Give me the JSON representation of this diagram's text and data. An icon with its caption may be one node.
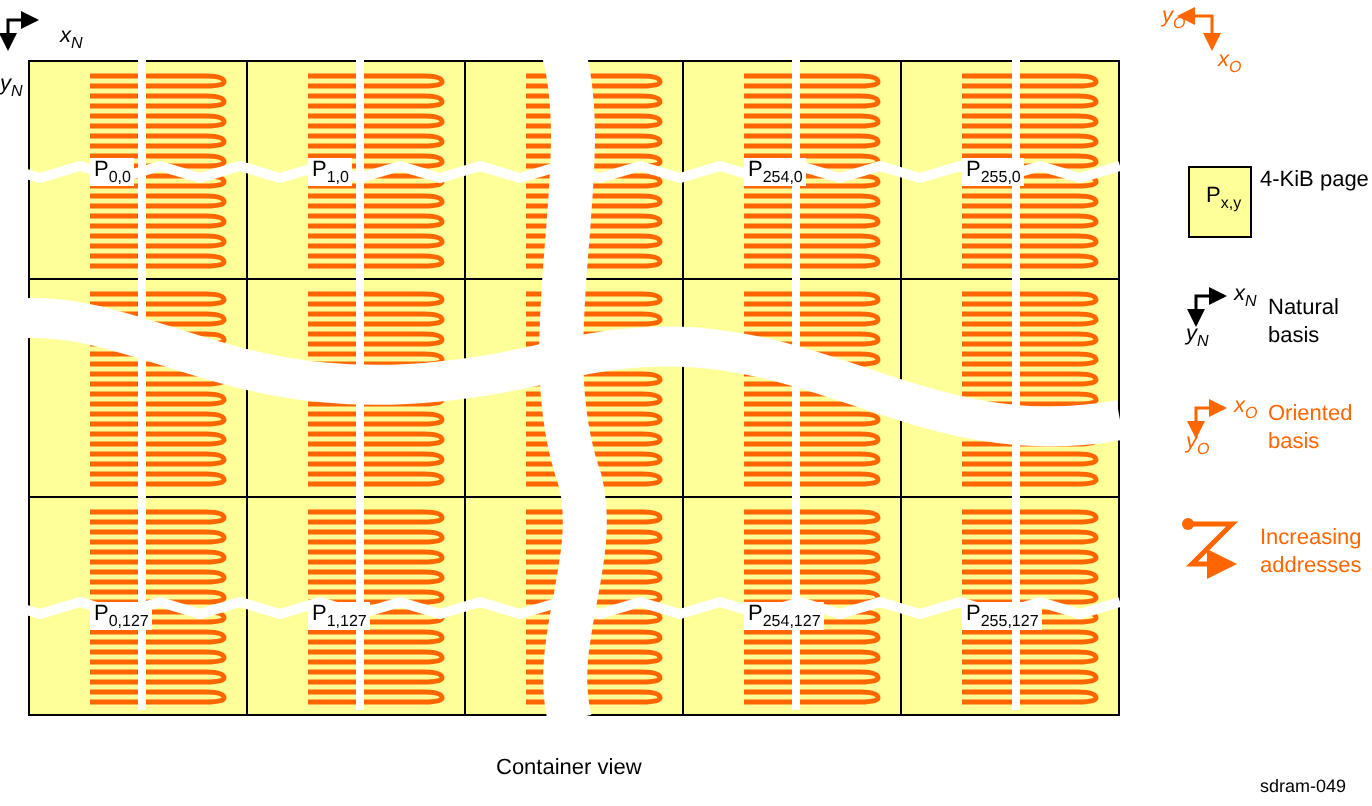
{
  "diagram": {
    "caption": "Container view",
    "nodes": [
      {
        "text": [
          "P$_{0,0}$"
        ]
      },
      {
        "text": [
          "P$_{1,0}$"
        ]
      },
      {
        "text": [],
        "shape": "box"
      },
      {
        "text": [
          "P$_{254,0}$"
        ]
      },
      {
        "text": [
          "P$_{255,0}$"
        ]
      },
      {
        "text": [],
        "shape": "box"
      },
      {
        "text": [],
        "shape": "box"
      },
      {
        "text": [],
        "shape": "box"
      },
      {
        "text": [],
        "shape": "box"
      },
      {
        "text": [],
        "shape": "box"
      },
      {
        "text": [
          "P$_{0,127}$"
        ]
      },
      {
        "text": [
          "P$_{1,127}$"
        ]
      },
      {
        "text": [],
        "shape": "box"
      },
      {
        "text": [
          "P$_{254,127}$"
        ]
      },
      {
        "text": [
          "P$_{255,127}$"
        ]
      }
    ],
    "edges": [],
    "labels": [
      "x$_{N}$",
      "y$_{N}$",
      "y$_{O}$",
      "x$_{O}$",
      "P$_{x,y}$",
      "x$_{N}$",
      "y$_{N}$",
      "x$_{O}$",
      "y$_{O}$",
      "sdram-049"
    ],
    "legend": [
      {
        "text": "4-KiB page"
      },
      {
        "text": "Natural basis"
      },
      {
        "text": "Oriented basis"
      },
      {
        "text": "Increasing addresses"
      }
    ]
  }
}
